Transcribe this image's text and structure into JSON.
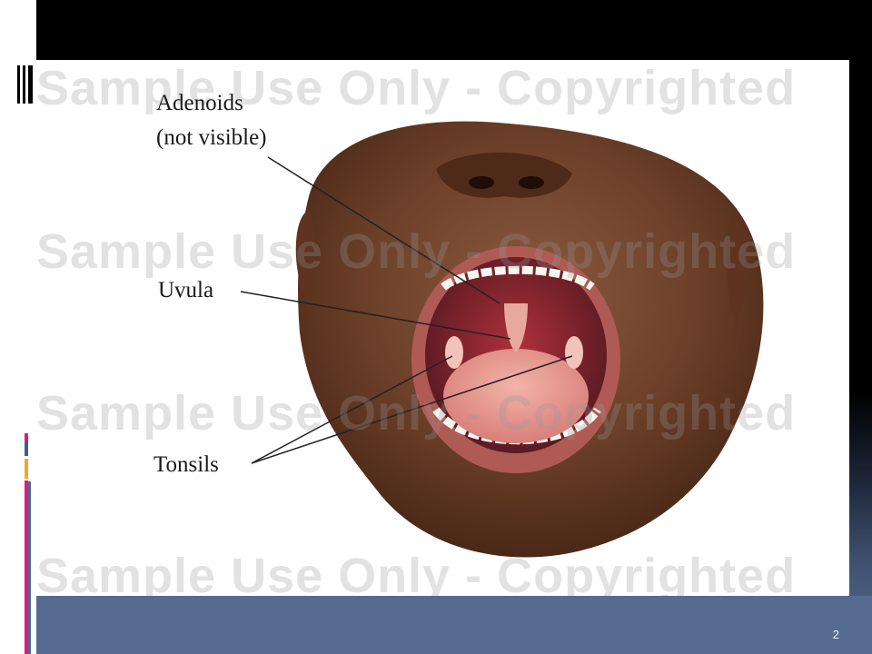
{
  "slide": {
    "page_number": "2",
    "accent_colors": [
      "#e0197d",
      "#3e5f8a",
      "#f5a623"
    ]
  },
  "figure": {
    "subject": "open mouth anatomy illustration",
    "labels": {
      "adenoids": "Adenoids",
      "adenoids_note": "(not visible)",
      "uvula": "Uvula",
      "tonsils": "Tonsils"
    },
    "watermark": "Sample Use Only - Copyrighted"
  }
}
